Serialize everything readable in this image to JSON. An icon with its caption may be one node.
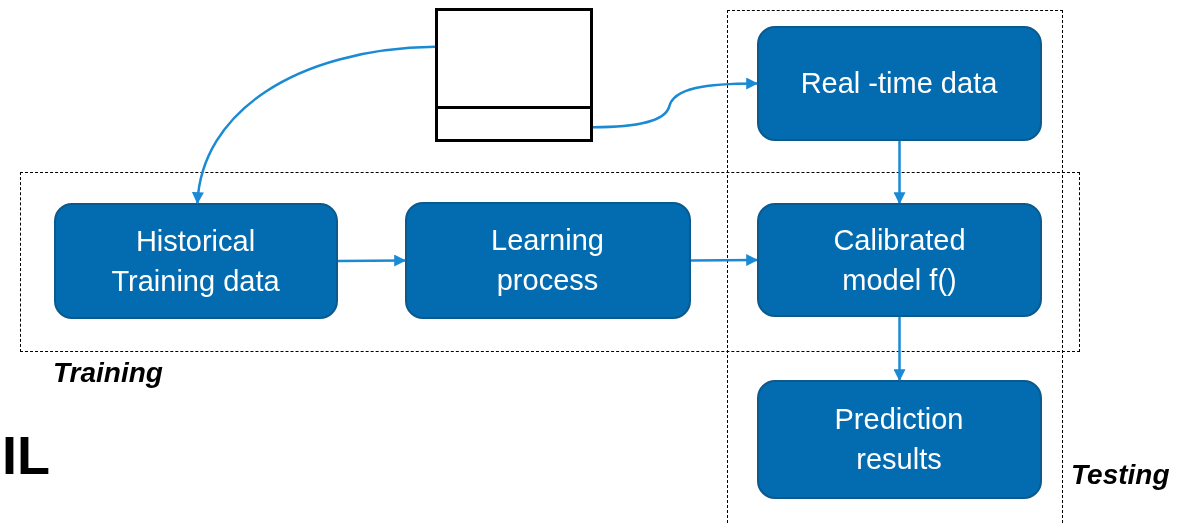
{
  "diagram": {
    "nodes": [
      {
        "text": [],
        "shape": "box"
      },
      {
        "text": [
          "Testing"
        ]
      },
      {
        "text": [
          "Real -time data"
        ],
        "in": 1
      },
      {
        "text": [
          "Training"
        ]
      },
      {
        "text": [
          "Historical Training data"
        ],
        "in": 3
      },
      {
        "text": [
          "Learning process"
        ],
        "in": 3
      },
      {
        "text": [
          "Calibrated model f()"
        ]
      },
      {
        "text": [
          "Prediction results"
        ],
        "in": 1
      }
    ],
    "edges": [
      {
        "from": 0,
        "to": 4,
        "arrow": "to"
      },
      {
        "from": 0,
        "to": 2,
        "arrow": "to"
      },
      {
        "from": 2,
        "to": 6,
        "arrow": "to"
      },
      {
        "from": 4,
        "to": 5,
        "arrow": "to"
      },
      {
        "from": 5,
        "to": 6,
        "arrow": "to"
      },
      {
        "from": 6,
        "to": 7,
        "arrow": "to"
      }
    ],
    "labels": [
      "IL"
    ]
  }
}
